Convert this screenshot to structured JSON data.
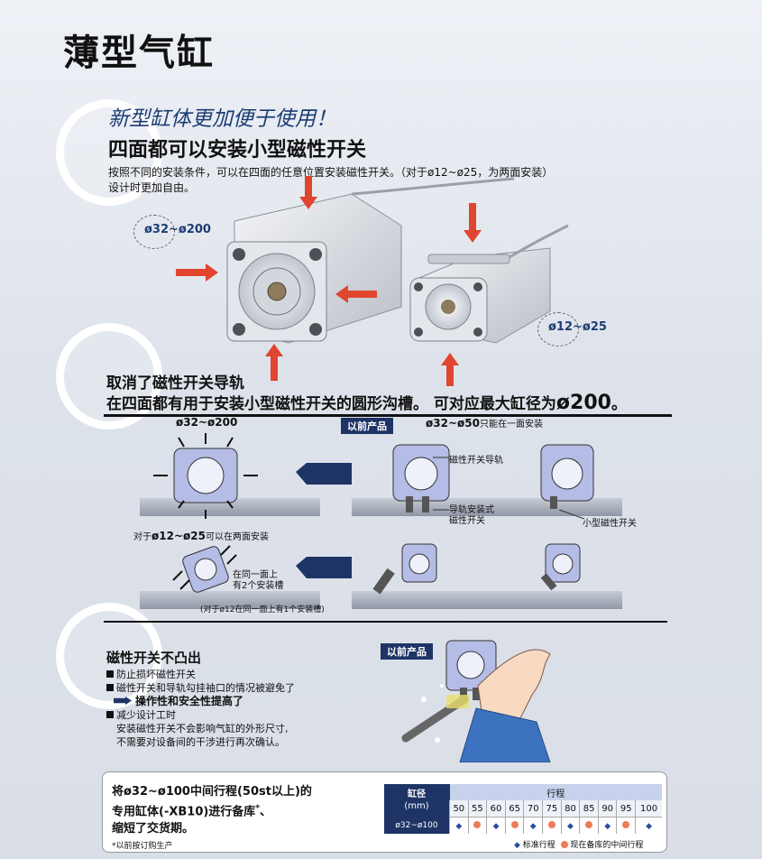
{
  "page_title": "薄型气缸",
  "section1": {
    "heading_italic": "新型缸体更加便于使用！",
    "heading_bold": "四面都可以安装小型磁性开关",
    "desc_line1": "按照不同的安装条件，可以在四面的任意位置安装磁性开关。（对于ø12~ø25，为两面安装）",
    "desc_line2": "设计时更加自由。",
    "label_large": "ø32~ø200",
    "label_small": "ø12~ø25"
  },
  "section2": {
    "heading_line1": "取消了磁性开关导轨",
    "heading_line2a": "在四面都有用于安装小型磁性开关的圆形沟槽。 可对应最大缸径为",
    "heading_line2b": "ø200",
    "heading_line2c": "。",
    "label_top": "ø32~ø200",
    "previous_tag": "以前产品",
    "prev_label_main": "ø32~ø50",
    "prev_label_sub": "只能在一面安装",
    "callout_rail": "磁性开关导轨",
    "callout_rail_switch_1": "导轨安装式",
    "callout_rail_switch_2": "磁性开关",
    "callout_small_switch": "小型磁性开关",
    "two_face_a": "对于",
    "two_face_b": "ø12~ø25",
    "two_face_c": "可以在两面安装",
    "same_face_1": "在同一面上",
    "same_face_2": "有2个安装槽",
    "note": "(对于ø12在同一面上有1个安装槽)"
  },
  "section3": {
    "heading": "磁性开关不凸出",
    "previous_tag": "以前产品",
    "item1": "防止损坏磁性开关",
    "item2": "磁性开关和导轨勾挂袖口的情况被避免了",
    "result": "操作性和安全性提高了",
    "item3": "减少设计工时",
    "item3_sub1": "安装磁性开关不会影响气缸的外形尺寸,",
    "item3_sub2": "不需要对设备间的干涉进行再次确认。"
  },
  "bottom_panel": {
    "text_line1": "将ø32~ø100中间行程(50st以上)的",
    "text_line2": "专用缸体(-XB10)进行备库",
    "text_line2_sup": "*",
    "text_line2_end": "、",
    "text_line3": "缩短了交货期。",
    "footnote": "*以前按订购生产",
    "table": {
      "bore_header_1": "缸径",
      "bore_header_2": "(mm)",
      "stroke_header": "行程",
      "strokes": [
        "50",
        "55",
        "60",
        "65",
        "70",
        "75",
        "80",
        "85",
        "90",
        "95",
        "100"
      ],
      "row_label": "ø32~ø100",
      "row_marks": [
        "standard",
        "stock",
        "standard",
        "stock",
        "standard",
        "stock",
        "standard",
        "stock",
        "standard",
        "stock",
        "standard"
      ]
    },
    "legend_standard": "标准行程",
    "legend_stock": "现在备库的中间行程"
  },
  "colors": {
    "navy": "#1e3466",
    "arrow_red": "#e0452f",
    "standard_mark": "#2b4d9e",
    "stock_mark": "#ee7a57"
  }
}
